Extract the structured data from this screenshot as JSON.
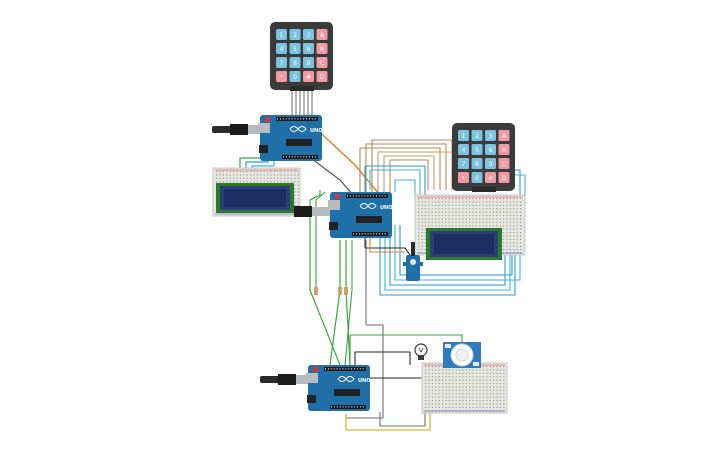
{
  "keypad": {
    "keys": [
      "1",
      "2",
      "3",
      "A",
      "4",
      "5",
      "6",
      "B",
      "7",
      "8",
      "9",
      "C",
      "*",
      "0",
      "#",
      "D"
    ],
    "colors": {
      "frame": "#3b3b3b",
      "num": "#7cc3e0",
      "letter": "#f29aa2"
    }
  },
  "arduino": {
    "brand": "UNO",
    "board_color": "#1f6fa8",
    "usb_color": "#b7bcc0"
  },
  "lcd": {
    "screen_color": "#1b2f63",
    "bezel_color": "#2b3f75"
  },
  "wire_colors": {
    "green": "#3aa83a",
    "blue": "#2a9ad6",
    "cyan": "#3cb6e3",
    "orange": "#e1831c",
    "yellow": "#e6b82a",
    "gray": "#6e6e6e",
    "brown": "#b68a5c",
    "black": "#2a2a2a"
  }
}
